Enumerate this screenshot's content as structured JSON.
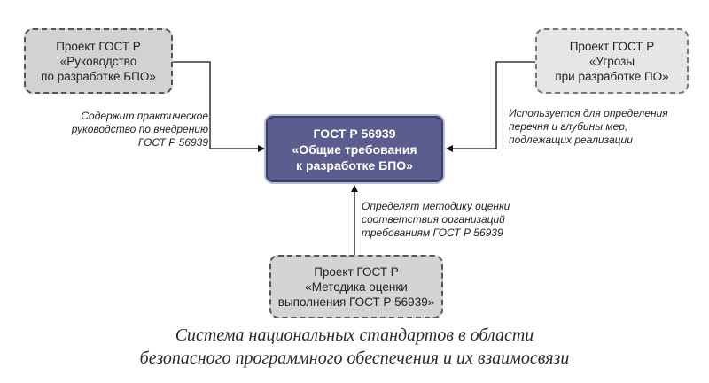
{
  "boxes": {
    "left": {
      "lines": [
        "Проект ГОСТ Р",
        "«Руководство",
        "по разработке БПО»"
      ]
    },
    "right": {
      "lines": [
        "Проект ГОСТ Р",
        "«Угрозы",
        "при разработке ПО»"
      ]
    },
    "center": {
      "lines": [
        "ГОСТ Р 56939",
        "«Общие требования",
        "к разработке БПО»"
      ]
    },
    "bottom": {
      "lines": [
        "Проект ГОСТ Р",
        "«Методика оценки",
        "выполнения ГОСТ Р 56939»"
      ]
    }
  },
  "notes": {
    "left": [
      "Содержит практическое",
      "руководство по внедрению",
      "ГОСТ Р 56939"
    ],
    "right": [
      "Используется для определения",
      "перечня и глубины мер,",
      "подлежащих реализации"
    ],
    "bottom": [
      "Определят методику оценки",
      "соответствия организаций",
      "требованиям ГОСТ Р 56939"
    ]
  },
  "caption": {
    "lines": [
      "Система национальных стандартов в области",
      "безопасного программного обеспечения и их взаимосвязи"
    ]
  },
  "colors": {
    "center_fill": "#5b5d8e",
    "box_fill": "#d2d2d2",
    "connector": "#111111"
  }
}
